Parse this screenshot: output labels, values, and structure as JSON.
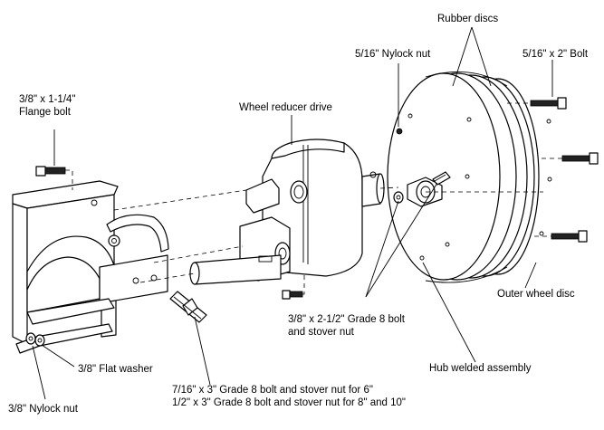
{
  "labels": {
    "rubber_discs": "Rubber discs",
    "nylock_nut_516": "5/16\" Nylock nut",
    "bolt_516x2": "5/16\" x 2\" Bolt",
    "flange_bolt_line1": "3/8\" x 1-1/4\"",
    "flange_bolt_line2": "Flange bolt",
    "wheel_reducer_drive": "Wheel reducer drive",
    "outer_wheel_disc": "Outer wheel disc",
    "grade8_bolt_line1": "3/8\" x 2-1/2\" Grade 8 bolt",
    "grade8_bolt_line2": "and stover nut",
    "flat_washer": "3/8\" Flat washer",
    "hub_welded": "Hub welded assembly",
    "big_bolt_line1": "7/16\" x 3\" Grade 8 bolt and stover nut for 6\"",
    "big_bolt_line2": "1/2\" x 3\" Grade 8 bolt and stover nut for 8\" and 10\"",
    "nylock_nut_38": "3/8\" Nylock nut"
  }
}
